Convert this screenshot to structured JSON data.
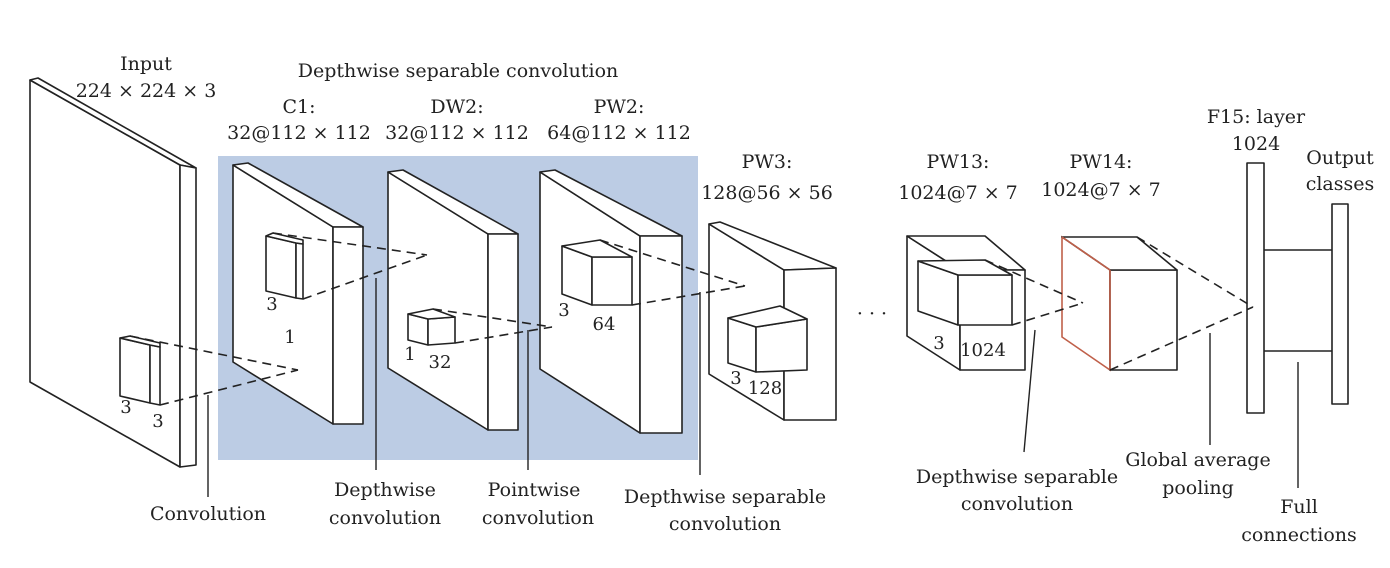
{
  "colors": {
    "panel_fill": "#bccce4",
    "line": "#222222",
    "highlight_edge": "#c0604a"
  },
  "input": {
    "title": "Input",
    "size": "224 × 224 × 3"
  },
  "group_title": "Depthwise separable convolution",
  "layers": {
    "c1": {
      "name": "C1:",
      "size": "32@112 × 112"
    },
    "dw2": {
      "name": "DW2:",
      "size": "32@112 × 112"
    },
    "pw2": {
      "name": "PW2:",
      "size": "64@112 × 112"
    },
    "pw3": {
      "name": "PW3:",
      "size": "128@56 × 56"
    },
    "pw13": {
      "name": "PW13:",
      "size": "1024@7 × 7"
    },
    "pw14": {
      "name": "PW14:",
      "size": "1024@7 × 7"
    },
    "f15": {
      "name": "F15: layer",
      "size": "1024"
    },
    "output": {
      "line1": "Output",
      "line2": "classes"
    }
  },
  "ellipsis": "· · ·",
  "kernels": {
    "input_h": "3",
    "input_w": "3",
    "c1_h": "3",
    "c1_d": "1",
    "dw2_h": "1",
    "dw2_d": "32",
    "pw2_h": "3",
    "pw2_d": "64",
    "pw3_h": "3",
    "pw3_d": "128",
    "pw13_h": "3",
    "pw13_d": "1024"
  },
  "captions": {
    "convolution": "Convolution",
    "depthwise": [
      "Depthwise",
      "convolution"
    ],
    "pointwise": [
      "Pointwise",
      "convolution"
    ],
    "dsc_a": [
      "Depthwise separable",
      "convolution"
    ],
    "dsc_b": [
      "Depthwise separable",
      "convolution"
    ],
    "gap": [
      "Global average",
      "pooling"
    ],
    "fc": [
      "Full",
      "connections"
    ]
  }
}
